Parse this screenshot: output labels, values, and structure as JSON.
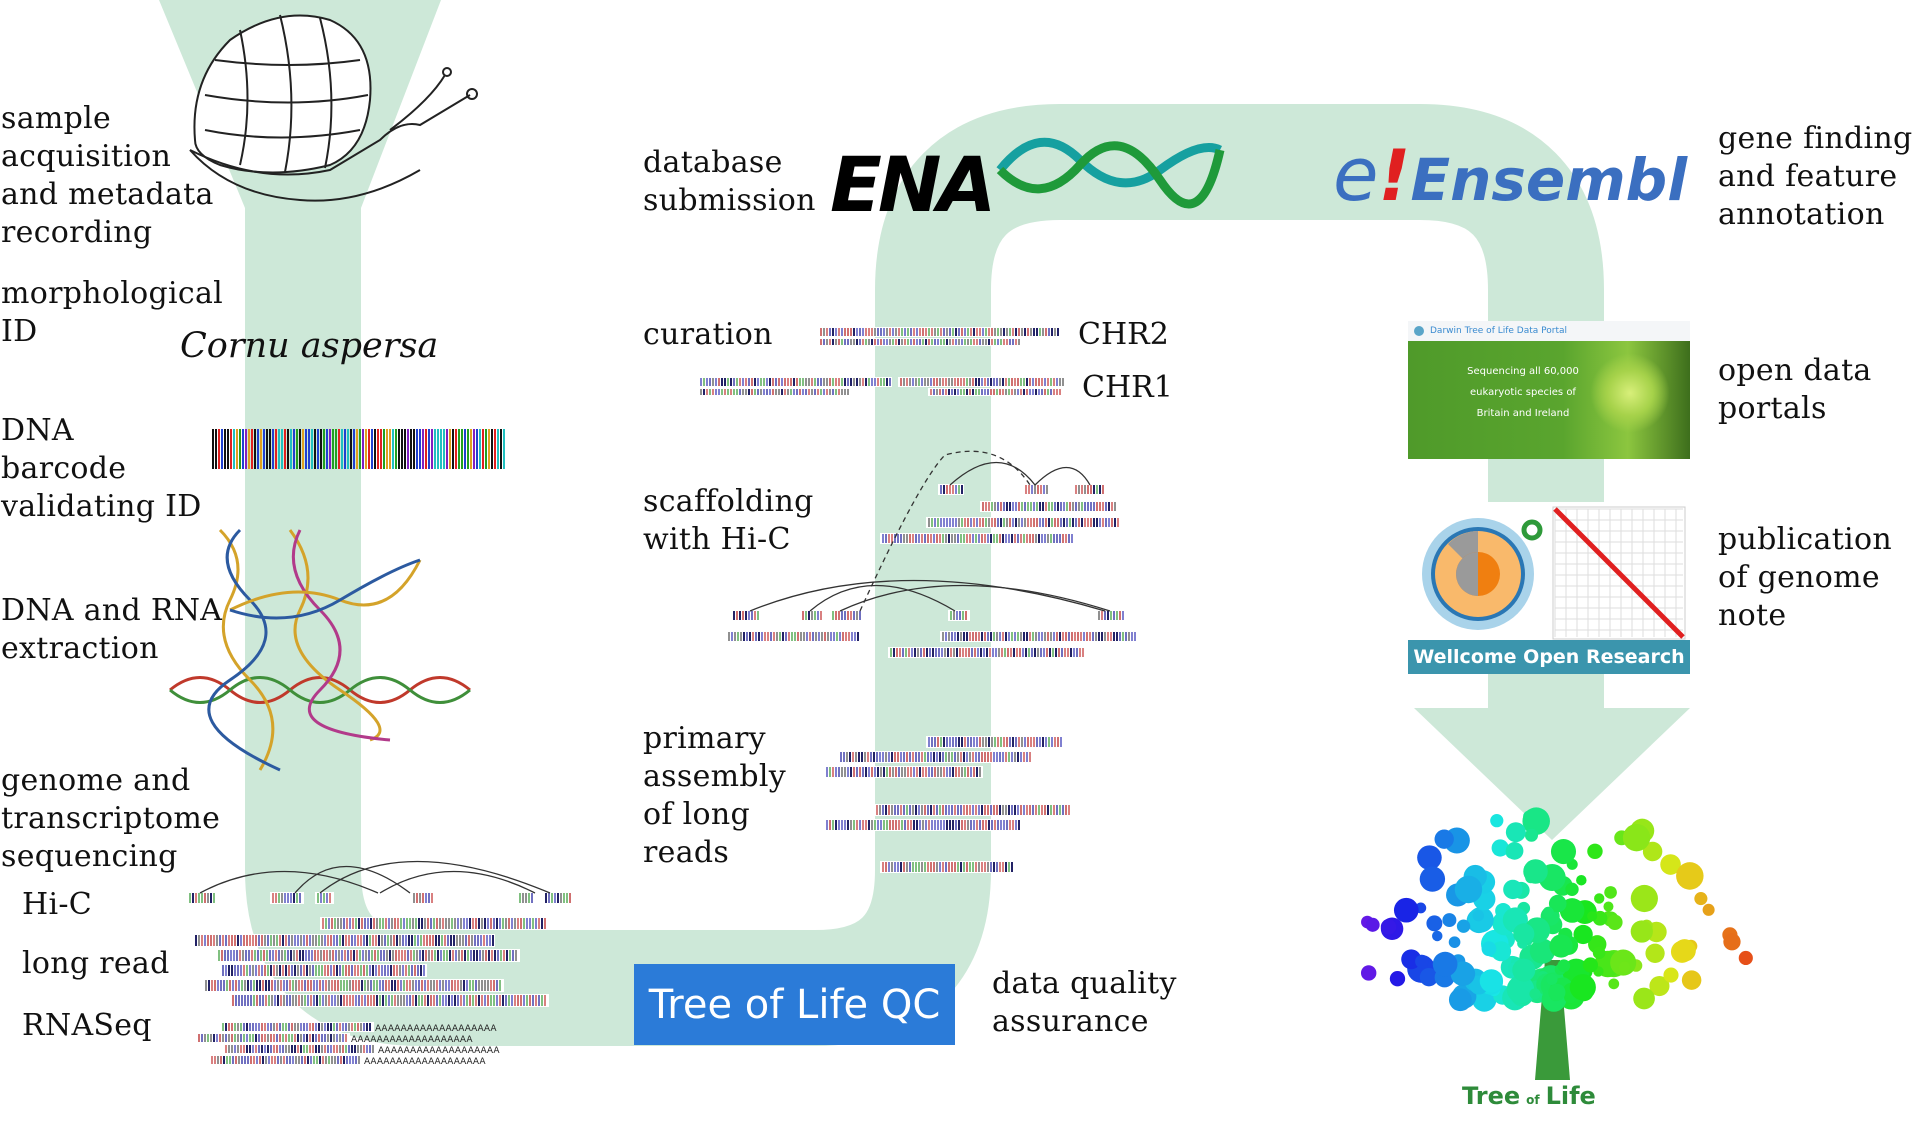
{
  "colors": {
    "flow_band": "#cde8d8",
    "qc_box": "#2b7bd8",
    "wellcome_band": "#3b95ad",
    "ensembl_blue": "#3b6fc0",
    "ensembl_red": "#e02020"
  },
  "left_steps": {
    "sample": [
      "sample",
      "acquisition",
      "and metadata",
      "recording"
    ],
    "morph": [
      "morphological",
      "ID"
    ],
    "barcode": [
      "DNA",
      "barcode",
      "validating ID"
    ],
    "extraction": [
      "DNA and RNA",
      "extraction"
    ],
    "sequencing": [
      "genome and",
      "transcriptome",
      "sequencing"
    ],
    "hic": "Hi-C",
    "long_read": "long read",
    "rnaseq": "RNASeq",
    "species": "Cornu aspersa"
  },
  "middle_steps": {
    "submission": [
      "database",
      "submission"
    ],
    "curation": "curation",
    "chr2": "CHR2",
    "chr1": "CHR1",
    "scaffolding": [
      "scaffolding",
      "with Hi-C"
    ],
    "assembly": [
      "primary",
      "assembly",
      "of long",
      "reads"
    ],
    "qc_box": "Tree of Life QC",
    "qa": [
      "data quality",
      "assurance"
    ],
    "ena_logo": "ENA",
    "polya": "AAAAAAAAAAAAAAAAAAA"
  },
  "right_steps": {
    "annotation": [
      "gene finding",
      "and feature",
      "annotation"
    ],
    "portals": [
      "open data",
      "portals"
    ],
    "publication": [
      "publication",
      "of genome",
      "note"
    ],
    "ensembl_logo": {
      "e": "e",
      "bang": "!",
      "name": "Ensembl"
    },
    "portal_header": "Darwin Tree of Life Data Portal",
    "portal_banner": [
      "Sequencing all 60,000",
      "eukaryotic species of",
      "Britain and Ireland"
    ],
    "wellcome": "Wellcome Open Research",
    "tree_logo": {
      "left": "Tree",
      "of": "of",
      "right": "Life"
    }
  }
}
